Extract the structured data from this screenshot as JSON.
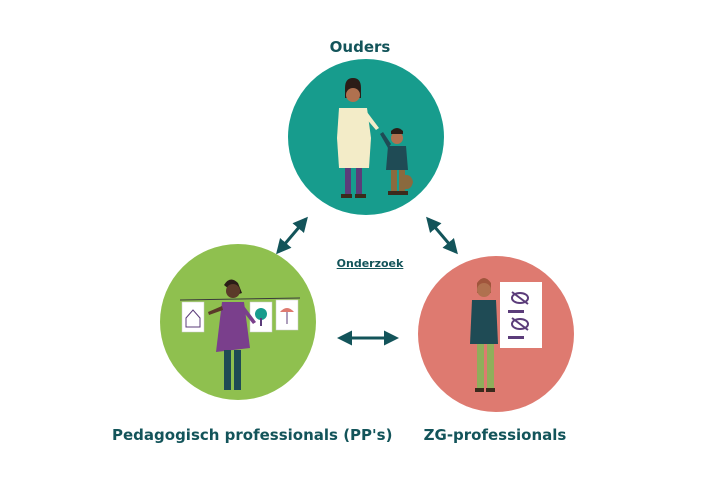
{
  "nodes": {
    "top": {
      "label": "Ouders",
      "color": "#179c8d"
    },
    "left": {
      "label": "Pedagogisch professionals (PP's)",
      "color": "#8fc04f"
    },
    "right": {
      "label": "ZG-professionals",
      "color": "#de7a70"
    }
  },
  "center": {
    "label": "Onderzoek"
  },
  "colors": {
    "text": "#13545a",
    "arrow": "#13545a",
    "skin": "#b0714f",
    "dark_skin": "#5b3a29",
    "hair": "#2b1d17"
  }
}
